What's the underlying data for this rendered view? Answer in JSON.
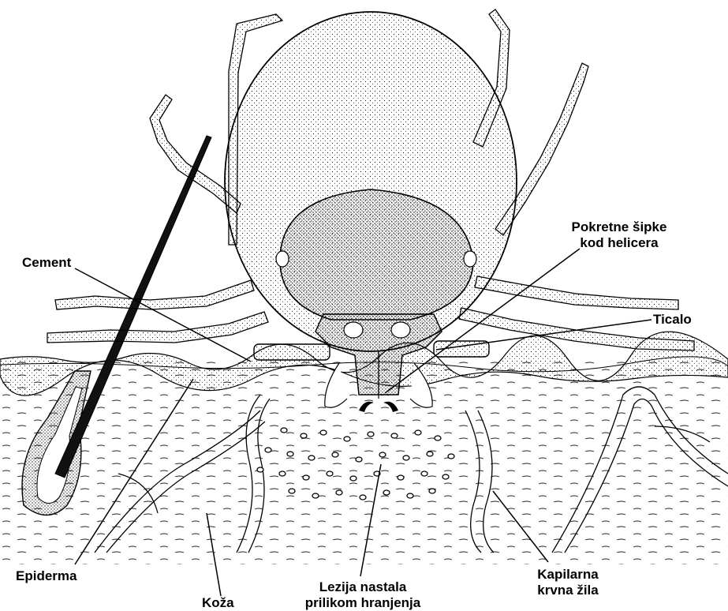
{
  "labels": {
    "cement": "Cement",
    "movable_rods_line1": "Pokretne šipke",
    "movable_rods_line2": "kod helicera",
    "palps": "Ticalo",
    "epidermis": "Epiderma",
    "skin": "Koža",
    "lesion_line1": "Lezija nastala",
    "lesion_line2": "prilikom hranjenja",
    "capillary_line1": "Kapilarna",
    "capillary_line2": "krvna žila"
  },
  "colors": {
    "ink": "#000000",
    "paper": "#ffffff",
    "stipple": "#111111"
  }
}
